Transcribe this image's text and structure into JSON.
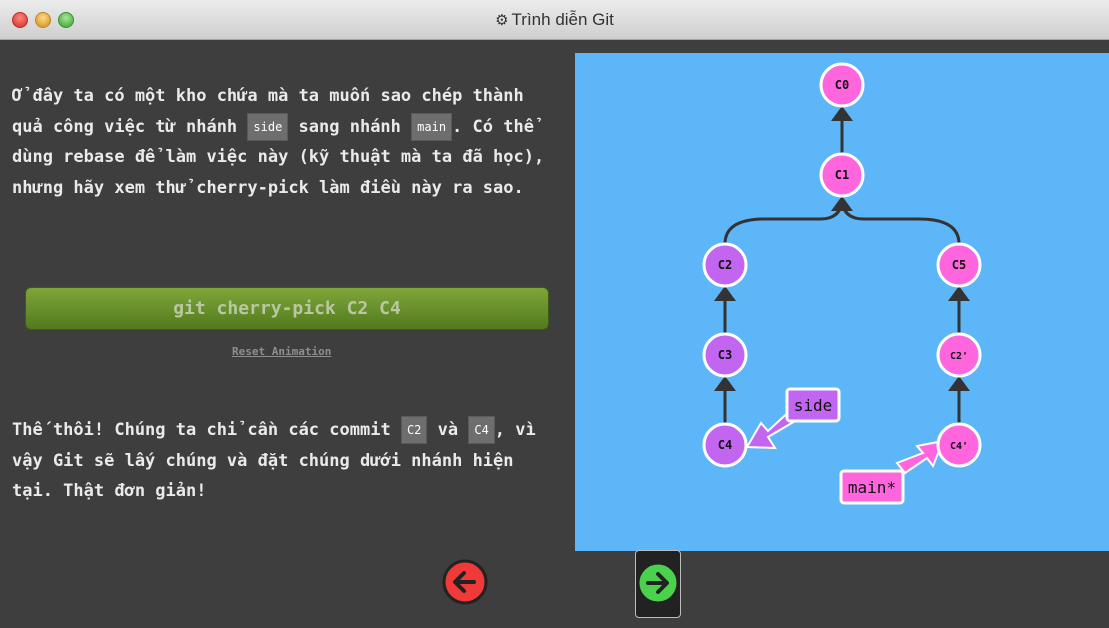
{
  "window": {
    "title": "Trình diễn Git",
    "gear_icon": "gear-icon"
  },
  "text1": {
    "part1": "Ở đây ta có một kho chứa mà ta muốn sao chép thành quả công việc từ nhánh ",
    "code_side": "side",
    "part2": " sang nhánh ",
    "code_main": "main",
    "part3": ". Có thể dùng rebase để làm việc này (kỹ thuật mà ta đã học), nhưng hãy xem thử cherry-pick làm điều này ra sao."
  },
  "command": "git cherry-pick C2 C4",
  "reset_label": "Reset Animation",
  "text2": {
    "part1": "Thế thôi! Chúng ta chỉ cần các commit ",
    "code_c2": "C2",
    "part2": " và ",
    "code_c4": "C4",
    "part3": ", vì vậy Git sẽ lấy chúng và đặt chúng dưới nhánh hiện tại. Thật đơn giản!"
  },
  "graph": {
    "commits": [
      "C0",
      "C1",
      "C2",
      "C3",
      "C4",
      "C5",
      "C2'",
      "C4'"
    ],
    "branches": {
      "side": "side",
      "main": "main*"
    },
    "colors": {
      "background": "#5cb6f8",
      "commit": "#ff66dd",
      "side_commit": "#c266f2",
      "side_branch": "#c266f2",
      "main_branch": "#ff66dd"
    }
  },
  "nav": {
    "prev_icon": "arrow-left-icon",
    "next_icon": "arrow-right-icon"
  }
}
